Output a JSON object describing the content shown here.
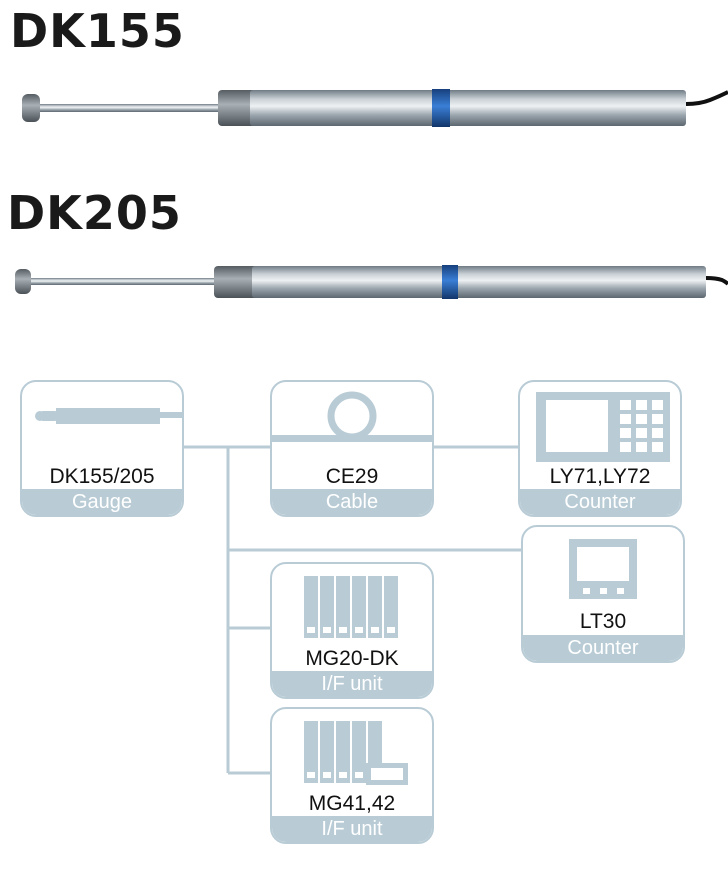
{
  "products": [
    {
      "model": "DK155"
    },
    {
      "model": "DK205"
    }
  ],
  "diagram": {
    "nodes": [
      {
        "id": "gauge",
        "name": "DK155/205",
        "role": "Gauge"
      },
      {
        "id": "cable",
        "name": "CE29",
        "role": "Cable"
      },
      {
        "id": "ly",
        "name": "LY71,LY72",
        "role": "Counter"
      },
      {
        "id": "lt30",
        "name": "LT30",
        "role": "Counter"
      },
      {
        "id": "mg20",
        "name": "MG20-DK",
        "role": "I/F unit"
      },
      {
        "id": "mg41",
        "name": "MG41,42",
        "role": "I/F unit"
      }
    ],
    "colors": {
      "box_border": "#b9ccd6",
      "connector": "#b9ccd6",
      "icon_fill": "#b9ccd6",
      "gauge_band": "#1f5fb5"
    }
  }
}
